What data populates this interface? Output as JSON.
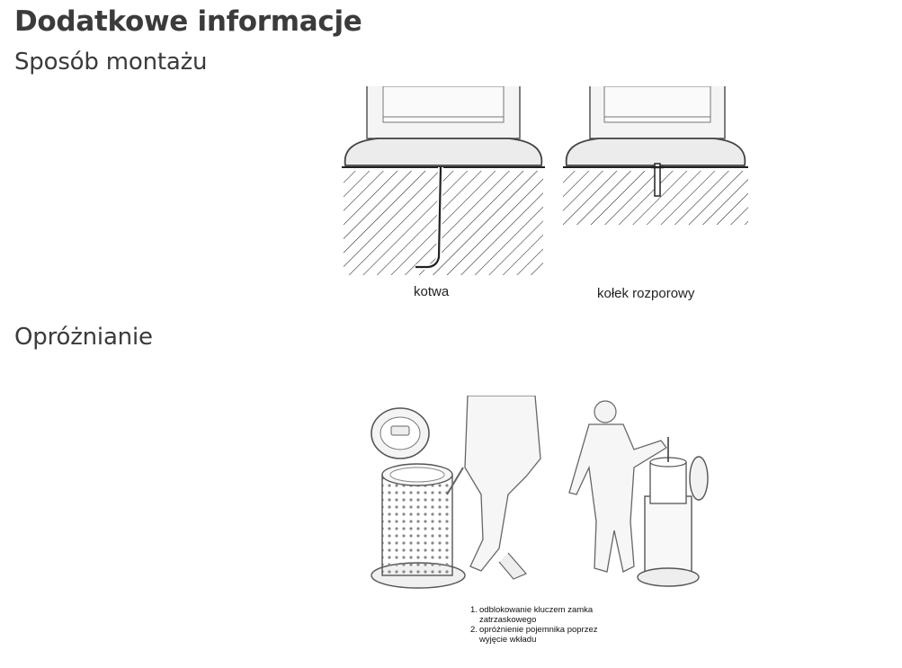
{
  "page": {
    "title": "Dodatkowe informacje"
  },
  "mounting": {
    "heading": "Sposób montażu",
    "methods": [
      {
        "caption": "kotwa",
        "icon": "anchor-mount-illustration"
      },
      {
        "caption": "kołek rozporowy",
        "icon": "expansion-bolt-mount-illustration"
      }
    ]
  },
  "emptying": {
    "heading": "Opróżnianie",
    "steps": [
      {
        "num": "1.",
        "text": "odblokowanie kluczem zamka zatrzaskowego"
      },
      {
        "num": "2.",
        "text": "opróżnienie pojemnika poprzez wyjęcie wkładu"
      }
    ]
  }
}
